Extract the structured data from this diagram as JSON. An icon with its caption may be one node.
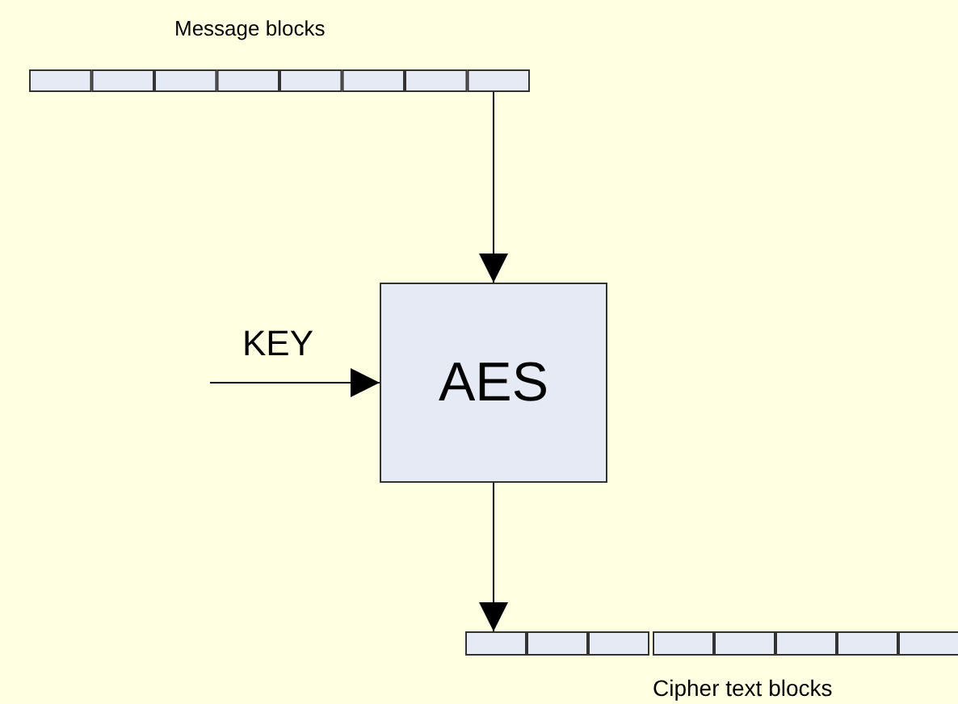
{
  "diagram": {
    "nodes": [
      {
        "text": [
          "Message blocks"
        ]
      },
      {
        "text": [
          "AES"
        ]
      },
      {
        "text": [
          "Cipher text blocks"
        ]
      }
    ],
    "edges": [
      {
        "from": 0,
        "to": 1,
        "arrow": "to"
      },
      {
        "from": null,
        "to": 1,
        "arrow": "to",
        "label": "KEY"
      },
      {
        "from": 1,
        "to": 2,
        "arrow": "to"
      }
    ]
  }
}
